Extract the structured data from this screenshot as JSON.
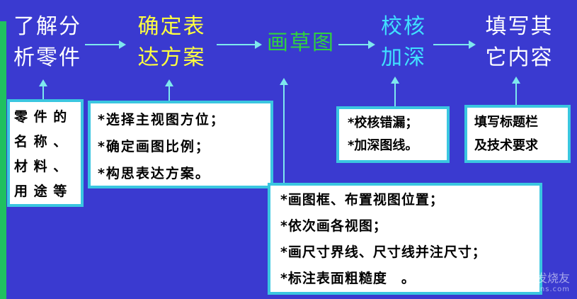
{
  "steps": {
    "s1": [
      "了解分",
      "析零件"
    ],
    "s2": [
      "确定表",
      "达方案"
    ],
    "s3": [
      "画草图"
    ],
    "s4": [
      "校核",
      "加深"
    ],
    "s5": [
      "填写其",
      "它内容"
    ]
  },
  "boxes": {
    "b1": [
      "零 件 的",
      "名 称 、",
      "材 料 、",
      "用 途 等"
    ],
    "b2": [
      "*选择主视图方位；",
      "*确定画图比例；",
      "*构思表达方案。"
    ],
    "b3": [
      "*画图框、布置视图位置；",
      "*依次画各视图；",
      "*画尺寸界线、尺寸线并注尺寸；",
      "*标注表面粗糙度　。"
    ],
    "b4": [
      "*校核错漏；",
      "*加深图线。"
    ],
    "b5": [
      "填写标题栏",
      "及技术要求"
    ]
  },
  "watermark": {
    "text": "电子发烧友",
    "sub": "www.elecfans.com"
  },
  "colors": {
    "background": "#3a3ad0",
    "white": "#ffffff",
    "yellow": "#ffff40",
    "green": "#30d040",
    "cyan": "#40e0ff",
    "arrow": "#7ee8ee",
    "box_border": "#3ac6e0"
  }
}
